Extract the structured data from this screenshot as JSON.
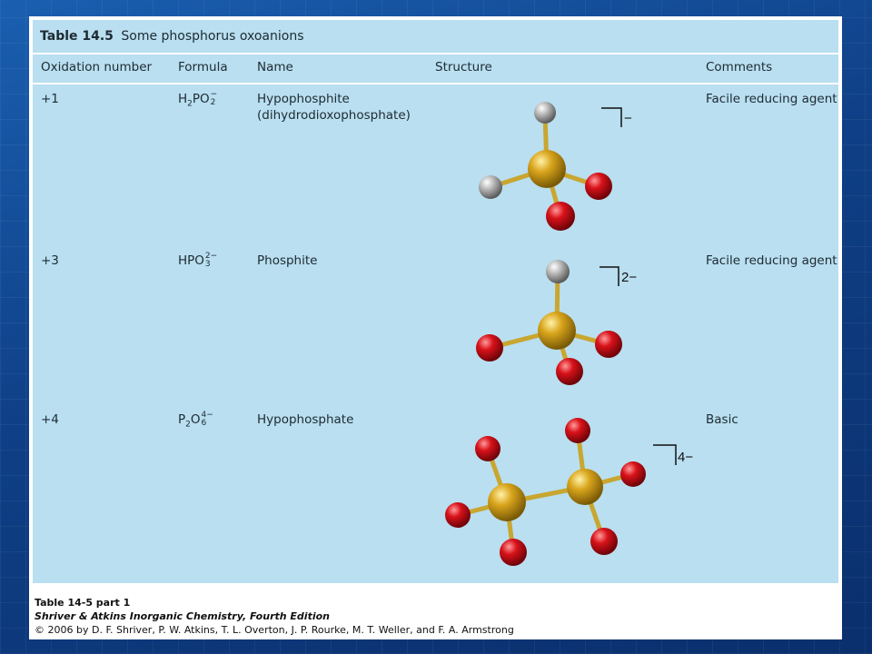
{
  "table": {
    "number": "Table 14.5",
    "title": "Some phosphorus oxoanions",
    "headers": [
      "Oxidation number",
      "Formula",
      "Name",
      "Structure",
      "Comments"
    ],
    "rows": [
      {
        "oxidation": "+1",
        "formula": {
          "a": "H",
          "a_sub": "2",
          "b": "PO",
          "sub": "2",
          "sup": "−"
        },
        "name": "Hypophosphite",
        "name2": "(dihydrodioxophosphate)",
        "charge": "−",
        "comment": "Facile reducing agent"
      },
      {
        "oxidation": "+3",
        "formula": {
          "a": "HPO",
          "sub": "3",
          "sup": "2−"
        },
        "name": "Phosphite",
        "charge": "2−",
        "comment": "Facile reducing agent"
      },
      {
        "oxidation": "+4",
        "formula": {
          "a": "P",
          "a_sub": "2",
          "b": "O",
          "sub": "6",
          "sup": "4−"
        },
        "name": "Hypophosphate",
        "charge": "4−",
        "comment": "Basic"
      }
    ]
  },
  "footer": {
    "label": "Table 14-5 part 1",
    "book": "Shriver & Atkins Inorganic Chemistry, Fourth Edition",
    "copyright": "© 2006 by D. F. Shriver, P. W. Atkins, T. L. Overton, J. P. Rourke, M. T. Weller, and F. A. Armstrong"
  },
  "colors": {
    "phosphorus": "#d9a51c",
    "oxygen": "#d8121a",
    "hydrogen": "#b4b4b4",
    "panel": "#b9dff0"
  }
}
